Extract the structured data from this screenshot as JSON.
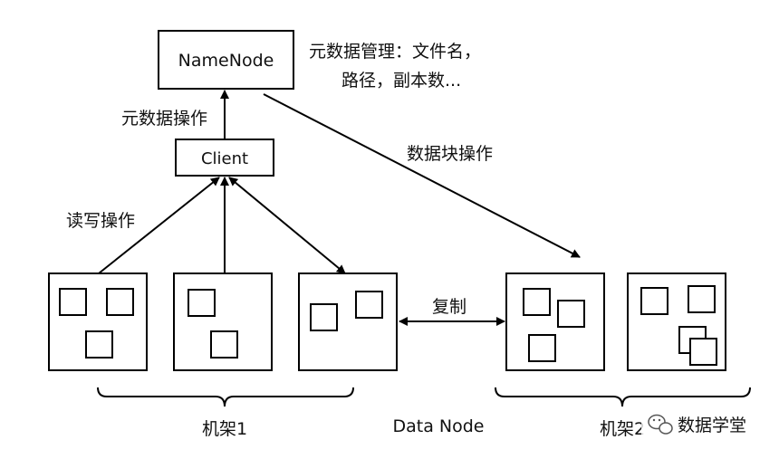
{
  "nodes": {
    "namenode": "NameNode",
    "client": "Client"
  },
  "labels": {
    "namenode_desc_line1": "元数据管理：文件名，",
    "namenode_desc_line2": "路径，副本数...",
    "metadata_ops": "元数据操作",
    "block_ops": "数据块操作",
    "read_write_ops": "读写操作",
    "replication": "复制",
    "rack1": "机架1",
    "rack2": "机架2",
    "data_node": "Data Node"
  },
  "watermark": {
    "text": "数据学堂",
    "icon": "wechat-icon"
  },
  "colors": {
    "stroke": "#000000",
    "text": "#111111",
    "background": "#ffffff"
  }
}
